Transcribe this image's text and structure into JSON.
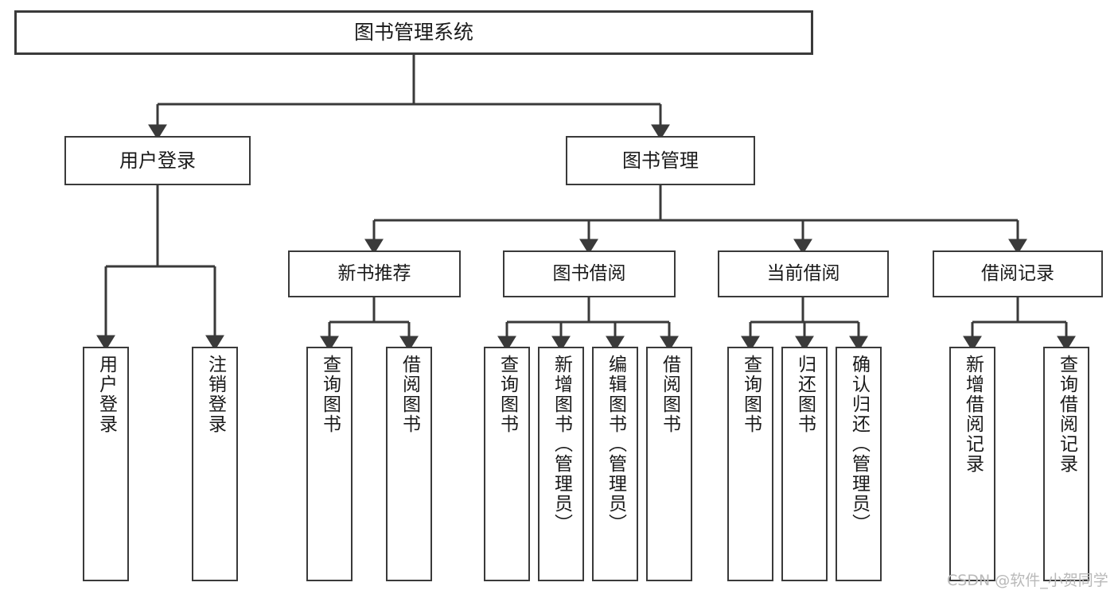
{
  "diagram": {
    "type": "tree",
    "title": "图书管理系统",
    "watermark": "CSDN @软件_小贺同学",
    "colors": {
      "box_border": "#3a3a3a",
      "box_fill": "#ffffff",
      "connector": "#3a3a3a",
      "text": "#1a1a1a",
      "watermark": "#b9b9b9"
    },
    "root": {
      "label": "图书管理系统"
    },
    "level1": [
      {
        "label": "用户登录"
      },
      {
        "label": "图书管理"
      }
    ],
    "level2": [
      {
        "label": "新书推荐"
      },
      {
        "label": "图书借阅"
      },
      {
        "label": "当前借阅"
      },
      {
        "label": "借阅记录"
      }
    ],
    "leaves": {
      "user_login": [
        {
          "label": "用户登录"
        },
        {
          "label": "注销登录"
        }
      ],
      "new_book": [
        {
          "label": "查询图书"
        },
        {
          "label": "借阅图书"
        }
      ],
      "borrow_book": [
        {
          "label": "查询图书"
        },
        {
          "label": "新增图书（管理员）"
        },
        {
          "label": "编辑图书（管理员）"
        },
        {
          "label": "借阅图书"
        }
      ],
      "current_borrow": [
        {
          "label": "查询图书"
        },
        {
          "label": "归还图书"
        },
        {
          "label": "确认归还（管理员）"
        }
      ],
      "borrow_record": [
        {
          "label": "新增借阅记录"
        },
        {
          "label": "查询借阅记录"
        }
      ]
    }
  }
}
